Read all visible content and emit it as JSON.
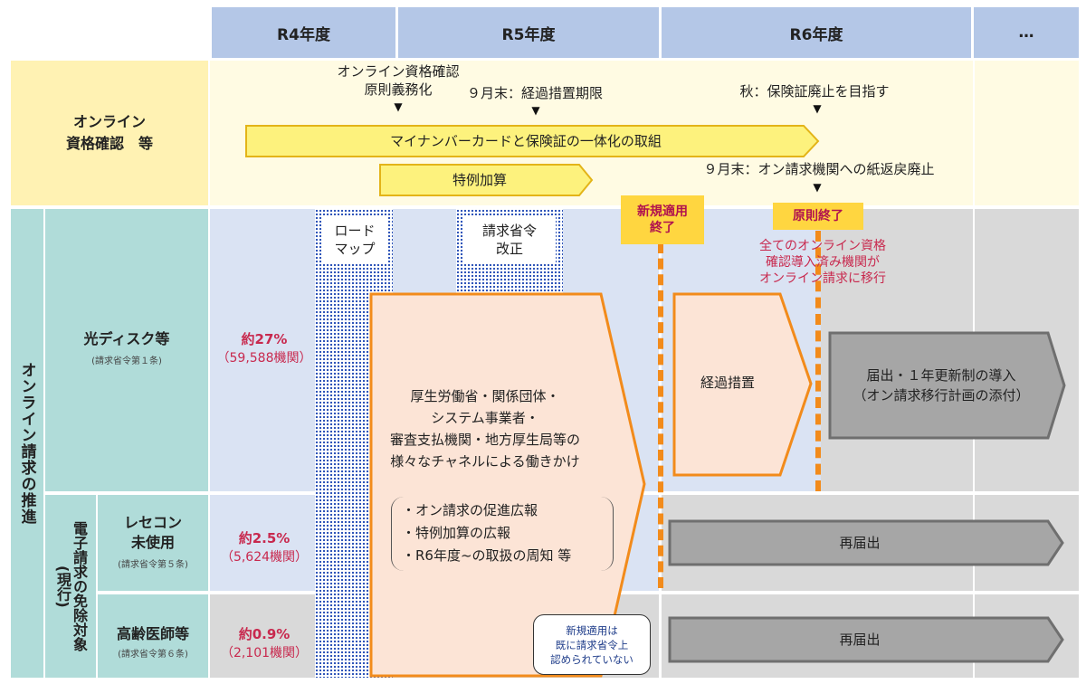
{
  "header": {
    "r4": "R4年度",
    "r5": "R5年度",
    "r6": "R6年度",
    "more": "…"
  },
  "rows": {
    "online_qual": "オンライン\n資格確認　等",
    "online_claim": "オンライン請求の推進",
    "hikari": "光ディスク等",
    "hikari_sub": "(請求省令第１条)",
    "exempt": "電子請求の免除対象\n(現行)",
    "rececon": "レセコン\n未使用",
    "rececon_sub": "(請求省令第５条)",
    "elderly": "高齢医師等",
    "elderly_sub": "(請求省令第６条)"
  },
  "stats": {
    "hikari_pct": "約27%",
    "hikari_cnt": "（59,588機関）",
    "rececon_pct": "約2.5%",
    "rececon_cnt": "（5,624機関）",
    "elderly_pct": "約0.9%",
    "elderly_cnt": "（2,101機関）"
  },
  "timeline": {
    "mandatory": "オンライン資格確認\n原則義務化",
    "sept_end": "９月末：経過措置期限",
    "autumn": "秋：保険証廃止を目指す",
    "integration": "マイナンバーカードと保険証の一体化の取組",
    "special_add": "特例加算",
    "sept_end_paper": "９月末：オン請求機関への紙返戻廃止"
  },
  "claims": {
    "roadmap": "ロード\nマップ",
    "ordinance": "請求省令\n改正",
    "new_end": "新規適用\n終了",
    "principle_end": "原則終了",
    "migration": "全てのオンライン資格\n確認導入済み機関が\nオンライン請求に移行",
    "outreach": "厚生労働省・関係団体・\nシステム事業者・\n審査支払機関・地方厚生局等の\n様々なチャネルによる働きかけ",
    "bullets": [
      "・オン請求の促進広報",
      "・特例加算の広報",
      "・R6年度~の取扱の周知 等"
    ],
    "transition": "経過措置",
    "notify": "届出・１年更新制の導入\n（オン請求移行計画の添付）",
    "refile1": "再届出",
    "refile2": "再届出",
    "note": "新規適用は\n既に請求省令上\n認められていない"
  },
  "colors": {
    "header": "#b4c7e7",
    "yellow_band": "#fff2b3",
    "teal": "#b0dcd9",
    "light_blue": "#dae3f3",
    "gray": "#d9d9d9",
    "arrow_yellow": "#fdf27d",
    "orange": "#f28b1b",
    "peach": "#fce4d6",
    "accent_red": "#c8294e"
  }
}
